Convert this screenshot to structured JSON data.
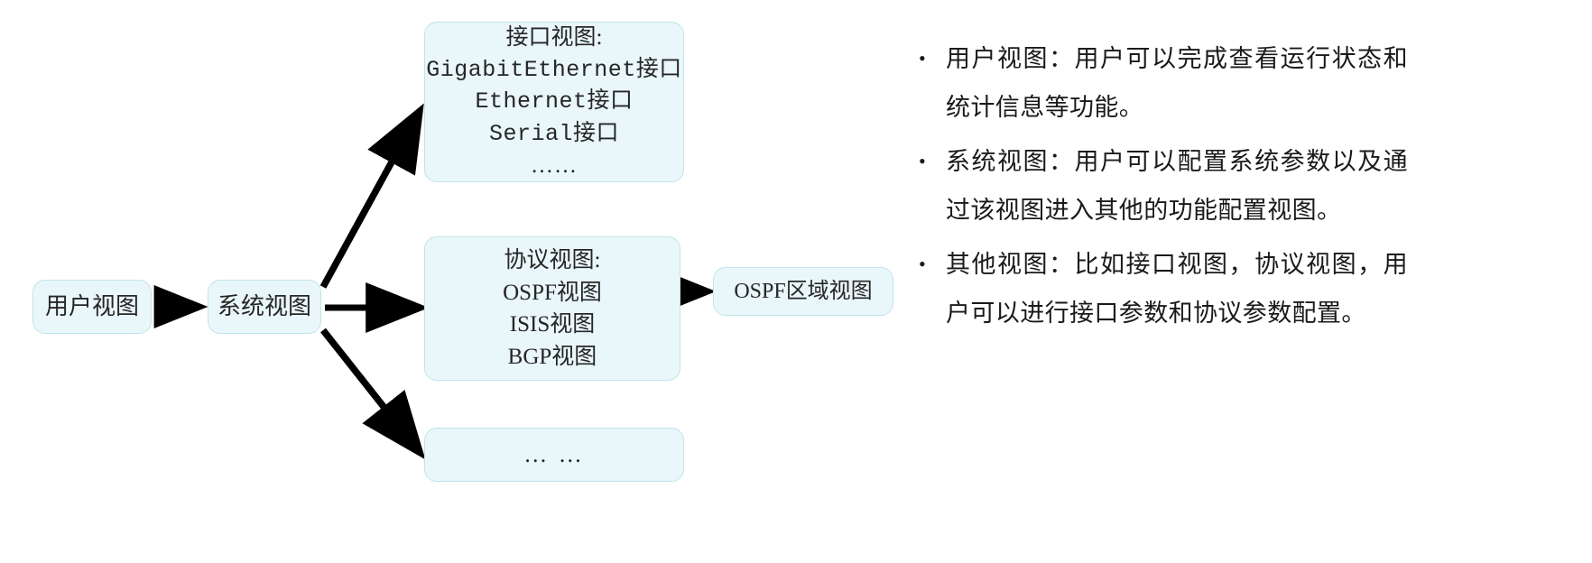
{
  "diagram": {
    "nodes": {
      "user_view": {
        "label": "用户视图"
      },
      "system_view": {
        "label": "系统视图"
      },
      "interface_view": {
        "title": "接口视图:",
        "line1": "GigabitEthernet接口",
        "line2": "Ethernet接口",
        "line3": "Serial接口",
        "line4": "……"
      },
      "protocol_view": {
        "title": "协议视图:",
        "line1": "OSPF视图",
        "line2": "ISIS视图",
        "line3": "BGP视图"
      },
      "ospf_area_view": {
        "label": "OSPF区域视图"
      },
      "etc_view": {
        "label": "… …"
      }
    },
    "arrow_color": "#000000",
    "node_fill": "#eaf7fa",
    "node_border": "#bfe3ea"
  },
  "bullets": {
    "marker": "•",
    "items": [
      {
        "text": "用户视图：用户可以完成查看运行状态和统计信息等功能。"
      },
      {
        "text": "系统视图：用户可以配置系统参数以及通过该视图进入其他的功能配置视图。"
      },
      {
        "text": "其他视图：比如接口视图，协议视图，用户可以进行接口参数和协议参数配置。"
      }
    ]
  }
}
